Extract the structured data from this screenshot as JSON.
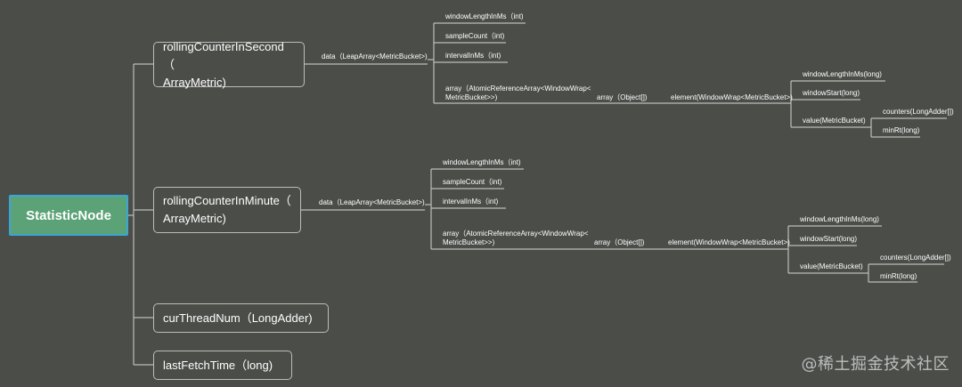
{
  "root": {
    "label": "StatisticNode"
  },
  "branches": {
    "second": {
      "line1": "rollingCounterInSecond（",
      "line2": "ArrayMetric)"
    },
    "minute": {
      "line1": "rollingCounterInMinute（",
      "line2": "ArrayMetric)"
    },
    "cur": {
      "label": "curThreadNum（LongAdder)"
    },
    "last": {
      "label": "lastFetchTime（long)"
    }
  },
  "second_tree": {
    "data": "data（LeapArray<MetricBucket>)",
    "fields": [
      "windowLengthInMs（int)",
      "sampleCount（int)",
      "intervalInMs（int)"
    ],
    "array_line1": "array（AtomicReferenceArray<WindowWrap<",
    "array_line2": "MetricBucket>>)",
    "object_array": "array（Object[])",
    "element": "element(WindowWrap<MetricBucket>)",
    "window_fields": [
      "windowLengthInMs(long)",
      "windowStart(long)"
    ],
    "value": "value(MetricBucket)",
    "value_fields": [
      "counters(LongAdder[])",
      "minRt(long)"
    ]
  },
  "minute_tree": {
    "data": "data（LeapArray<MetricBucket>)",
    "fields": [
      "windowLengthInMs（int)",
      "sampleCount（int)",
      "intervalInMs（int)"
    ],
    "array_line1": "array（AtomicReferenceArray<WindowWrap<",
    "array_line2": "MetricBucket>>)",
    "object_array": "array（Object[])",
    "element": "element(WindowWrap<MetricBucket>)",
    "window_fields": [
      "windowLengthInMs(long)",
      "windowStart(long)"
    ],
    "value": "value(MetricBucket)",
    "value_fields": [
      "counters(LongAdder[])",
      "minRt(long)"
    ]
  },
  "watermark": "@稀土掘金技术社区",
  "colors": {
    "background": "#4b4d49",
    "root_fill": "#5ba276",
    "root_border": "#3aa6d6",
    "line": "#bdbdb8"
  }
}
